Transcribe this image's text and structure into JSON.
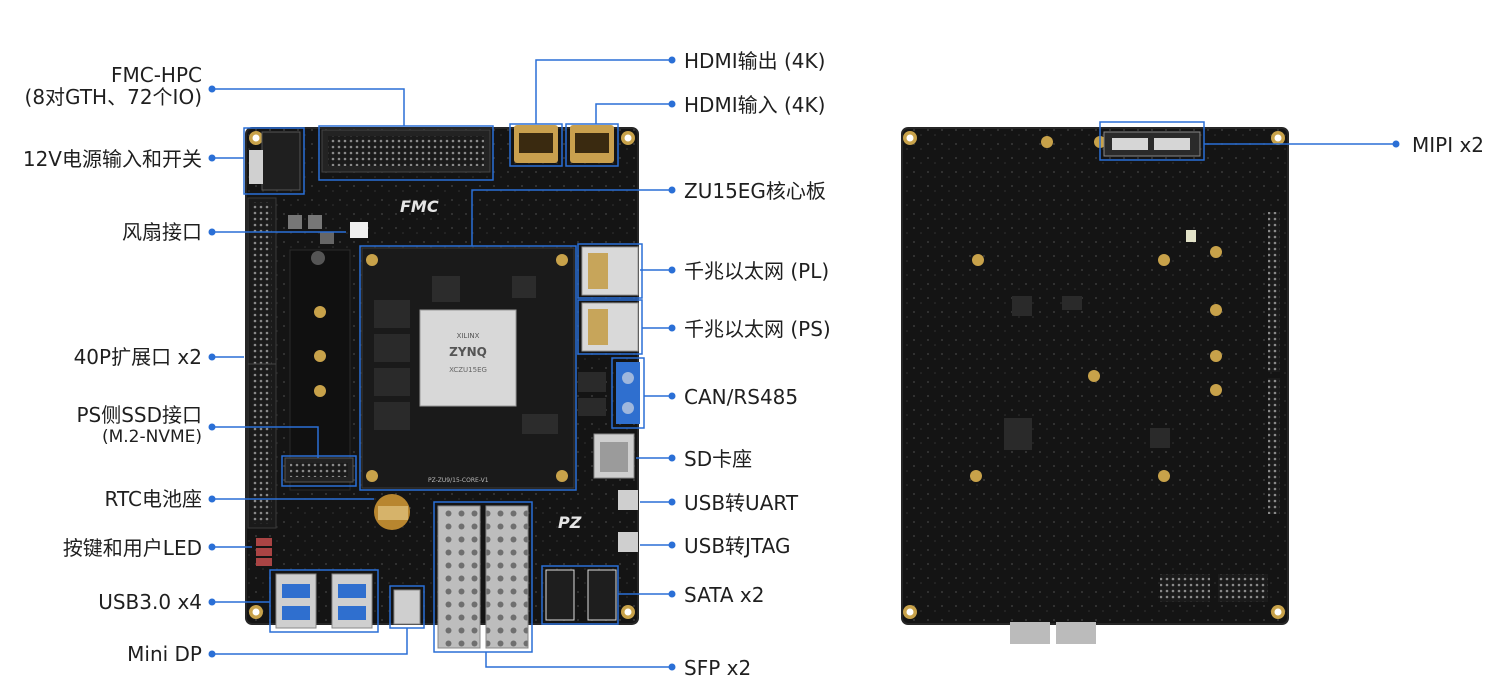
{
  "colors": {
    "accent": "#2a6fd6",
    "board": "#141414",
    "board_edge": "#262626",
    "gold": "#c8a24a",
    "connector_blue": "#2f6fcf",
    "silver": "#c9c9c9"
  },
  "left_labels": [
    {
      "id": "fmc",
      "line1": "FMC-HPC",
      "line2": "(8对GTH、72个IO)"
    },
    {
      "id": "power",
      "line1": "12V电源输入和开关"
    },
    {
      "id": "fan",
      "line1": "风扇接口"
    },
    {
      "id": "ext40p",
      "line1": "40P扩展口 x2"
    },
    {
      "id": "ssd",
      "line1": "PS侧SSD接口",
      "line2": "(M.2-NVME)"
    },
    {
      "id": "rtc",
      "line1": "RTC电池座"
    },
    {
      "id": "keys",
      "line1": "按键和用户LED"
    },
    {
      "id": "usb3",
      "line1": "USB3.0 x4"
    },
    {
      "id": "minidp",
      "line1": "Mini DP"
    }
  ],
  "right_labels": [
    {
      "id": "hdmi_out",
      "text": "HDMI输出 (4K)"
    },
    {
      "id": "hdmi_in",
      "text": "HDMI输入 (4K)"
    },
    {
      "id": "core",
      "text": "ZU15EG核心板"
    },
    {
      "id": "eth_pl",
      "text": "千兆以太网 (PL)"
    },
    {
      "id": "eth_ps",
      "text": "千兆以太网 (PS)"
    },
    {
      "id": "can",
      "text": "CAN/RS485"
    },
    {
      "id": "sd",
      "text": "SD卡座"
    },
    {
      "id": "uart",
      "text": "USB转UART"
    },
    {
      "id": "jtag",
      "text": "USB转JTAG"
    },
    {
      "id": "sata",
      "text": "SATA x2"
    },
    {
      "id": "sfp",
      "text": "SFP x2"
    },
    {
      "id": "mipi",
      "text": "MIPI x2"
    }
  ],
  "board_text": {
    "fmc_logo": "FMC",
    "chip_brand": "XILINX",
    "chip_family": "ZYNQ",
    "chip_part": "XCZU15EG",
    "core_silk": "PZ-ZU9/15-CORE-V1",
    "fpga_silk": "PZ"
  }
}
